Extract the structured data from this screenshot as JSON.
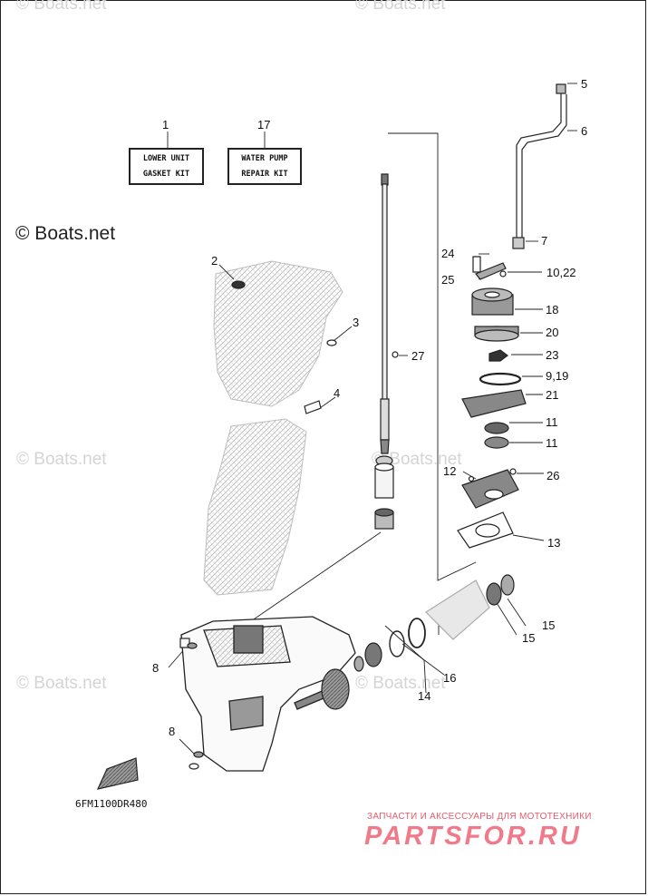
{
  "watermarks": {
    "top_left": "© Boats.net",
    "top_right": "© Boats.net",
    "main": "© Boats.net",
    "mid_left": "© Boats.net",
    "mid_right": "© Boats.net",
    "low_left": "© Boats.net",
    "low_right": "© Boats.net"
  },
  "kits": [
    {
      "callout": "1",
      "line1": "LOWER UNIT",
      "line2": "GASKET KIT"
    },
    {
      "callout": "17",
      "line1": "WATER PUMP",
      "line2": "REPAIR KIT"
    }
  ],
  "callouts": {
    "c2": "2",
    "c3": "3",
    "c4": "4",
    "c5": "5",
    "c6": "6",
    "c7": "7",
    "c8a": "8",
    "c8b": "8",
    "c9": "9,19",
    "c10": "10,22",
    "c11a": "11",
    "c11b": "11",
    "c12": "12",
    "c13": "13",
    "c14": "14",
    "c15a": "15",
    "c15b": "15",
    "c16": "16",
    "c18": "18",
    "c20": "20",
    "c21": "21",
    "c23": "23",
    "c24": "24",
    "c25": "25",
    "c26": "26",
    "c27": "27"
  },
  "diagram_code": "6FM1100DR480",
  "brand": {
    "tagline": "ЗАПЧАСТИ И АКСЕССУАРЫ ДЛЯ МОТОТЕХНИКИ",
    "name": "PARTSFOR.RU"
  },
  "colors": {
    "brand": "#f07a8a",
    "watermark": "#d4d4d4",
    "line": "#222222"
  }
}
